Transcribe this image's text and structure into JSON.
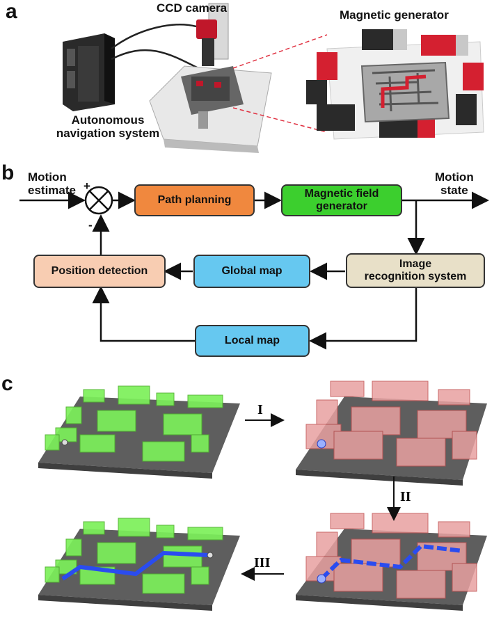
{
  "panel_a": {
    "letter": "a",
    "ccd_label": "CCD camera",
    "generator_label": "Magnetic generator",
    "nav_label_line1": "Autonomous",
    "nav_label_line2": "navigation system"
  },
  "panel_b": {
    "letter": "b",
    "input_line1": "Motion",
    "input_line2": "estimate",
    "plus": "+",
    "minus": "-",
    "output_line1": "Motion",
    "output_line2": "state",
    "path_planning": "Path planning",
    "mag_gen_line1": "Magnetic field",
    "mag_gen_line2": "generator",
    "position_detection": "Position detection",
    "global_map": "Global map",
    "image_rec_line1": "Image",
    "image_rec_line2": "recognition system",
    "local_map": "Local map",
    "colors": {
      "path_planning": "#f0883e",
      "mag_gen": "#3ccf2e",
      "position_detection": "#f8cdb2",
      "map": "#66c8f0",
      "image_rec": "#e8e0c8"
    }
  },
  "panel_c": {
    "letter": "c",
    "step1": "I",
    "step2": "II",
    "step3": "III",
    "colors": {
      "wall_green": "#7cf05a",
      "wall_pink": "#e89a9a",
      "path_blue": "#2a4cf0",
      "board": "#5e5e5e"
    }
  }
}
